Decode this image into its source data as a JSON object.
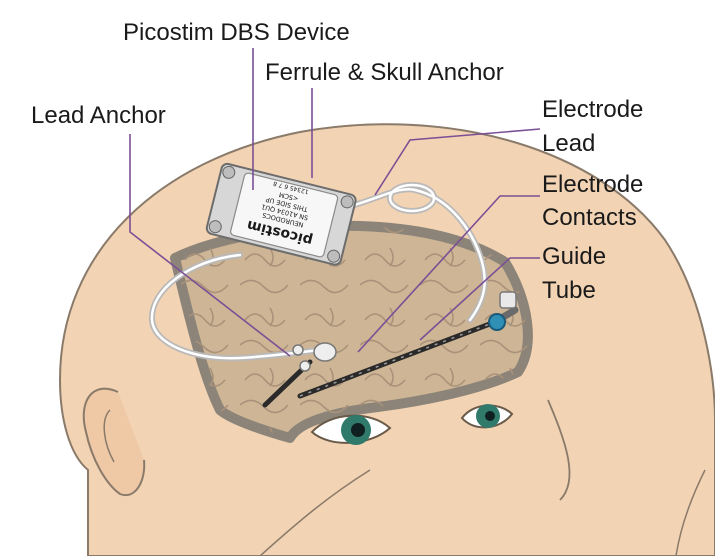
{
  "labels": {
    "picostim_dbs_device": "Picostim DBS Device",
    "ferrule_skull_anchor": "Ferrule & Skull Anchor",
    "lead_anchor": "Lead Anchor",
    "electrode_lead_line1": "Electrode",
    "electrode_lead_line2": "Lead",
    "electrode_contacts_line1": "Electrode",
    "electrode_contacts_line2": "Contacts",
    "guide_tube_line1": "Guide",
    "guide_tube_line2": "Tube"
  },
  "device": {
    "brand": "picostim",
    "line1": "NEURODOCS",
    "line2": "SN A1034 QU1",
    "line3": "THIS SIDE UP",
    "line4": "<SCM",
    "serial": "12345 6 7 8"
  },
  "colors": {
    "skin": "#f2d3b3",
    "skin_outline": "#8a7a6a",
    "brain": "#cdb595",
    "brain_border": "#8c8478",
    "leader_line": "#7b4f95",
    "iris": "#2f7a6a"
  }
}
